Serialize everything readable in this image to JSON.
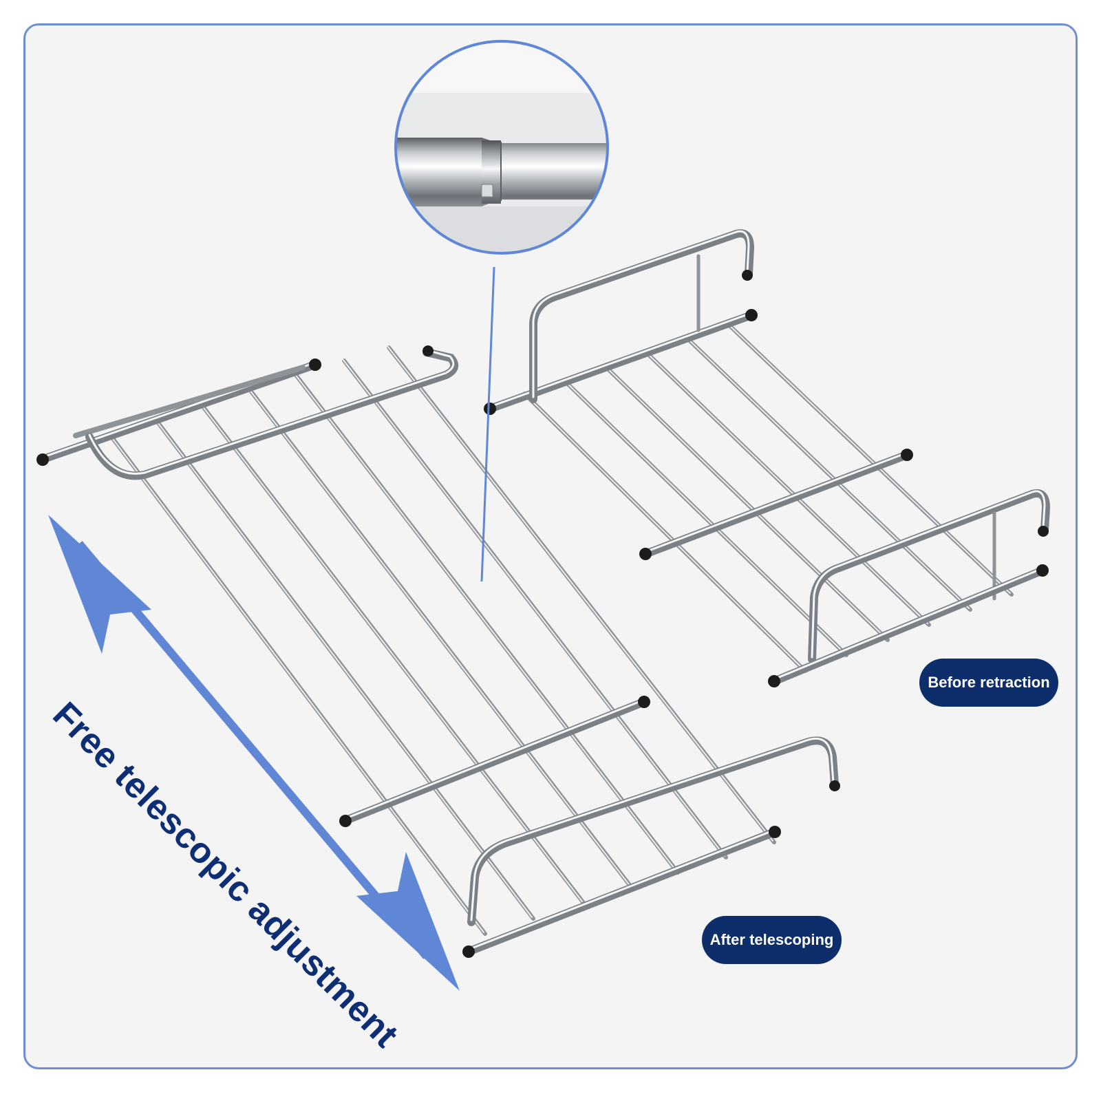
{
  "labels": {
    "adjustment": "Free telescopic adjustment",
    "before": "Before retraction",
    "after": "After telescoping"
  },
  "colors": {
    "frame_border": "#6f8fd3",
    "background": "#f4f4f4",
    "arrow": "#5f87d6",
    "text_dark_blue": "#0e2e74",
    "badge": "#0e2d6b",
    "steel": "#a9adb2"
  },
  "icons": {
    "arrow": "double-headed-arrow",
    "zoom": "magnifier-circle-tube-joint"
  }
}
